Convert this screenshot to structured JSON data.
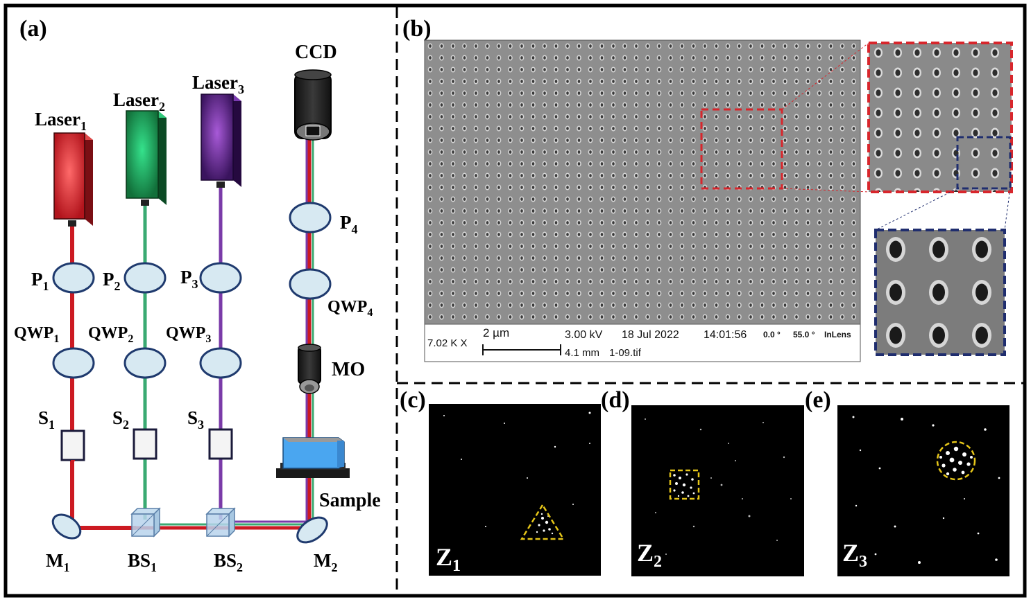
{
  "panels": {
    "a": "(a)",
    "b": "(b)",
    "c": "(c)",
    "d": "(d)",
    "e": "(e)"
  },
  "setup": {
    "ccd": "CCD",
    "laser_base": "Laser",
    "laser1_sub": "1",
    "laser2_sub": "2",
    "laser3_sub": "3",
    "p_base": "P",
    "p1_sub": "1",
    "p2_sub": "2",
    "p3_sub": "3",
    "p4_sub": "4",
    "qwp_base": "QWP",
    "qwp1_sub": "1",
    "qwp2_sub": "2",
    "qwp3_sub": "3",
    "qwp4_sub": "4",
    "s_base": "S",
    "s1_sub": "1",
    "s2_sub": "2",
    "s3_sub": "3",
    "mo": "MO",
    "sample": "Sample",
    "m_base": "M",
    "m1_sub": "1",
    "m2_sub": "2",
    "bs_base": "BS",
    "bs1_sub": "1",
    "bs2_sub": "2"
  },
  "sem": {
    "magnification": "7.02 K X",
    "scale": "2 µm",
    "voltage": "3.00 kV",
    "date": "18 Jul 2022",
    "time": "14:01:56",
    "tilt": "0.0 °",
    "angle": "55.0 °",
    "detector": "InLens",
    "wd": "4.1 mm",
    "file": "1-09.tif"
  },
  "captures": {
    "z_base": "Z",
    "z1_sub": "1",
    "z2_sub": "2",
    "z3_sub": "3"
  },
  "colors": {
    "red_beam": "#cc1a22",
    "green_beam": "#3aaa72",
    "purple_beam": "#7a3aa8",
    "laser1": "#c8232b",
    "laser2": "#1e8a4a",
    "laser3": "#4a1c78",
    "optic_fill": "#d7e9f2",
    "optic_stroke": "#1f3a6e",
    "zoom_red": "#d8262c",
    "zoom_blue": "#1f2d6e",
    "roi_yellow": "#e6c619"
  }
}
